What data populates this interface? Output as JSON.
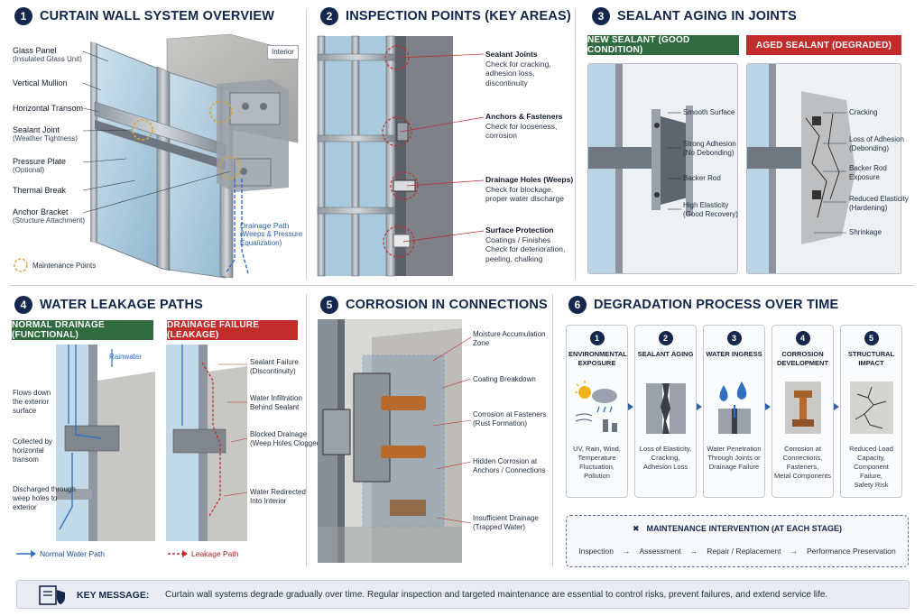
{
  "panels": {
    "p1": {
      "num": "1",
      "title": "CURTAIN WALL SYSTEM OVERVIEW"
    },
    "p2": {
      "num": "2",
      "title": "INSPECTION POINTS (KEY AREAS)"
    },
    "p3": {
      "num": "3",
      "title": "SEALANT AGING IN JOINTS"
    },
    "p4": {
      "num": "4",
      "title": "WATER LEAKAGE PATHS"
    },
    "p5": {
      "num": "5",
      "title": "CORROSION IN CONNECTIONS"
    },
    "p6": {
      "num": "6",
      "title": "DEGRADATION PROCESS OVER TIME"
    }
  },
  "overview": {
    "interior_tag": "Interior",
    "labels": [
      {
        "title": "Glass Panel",
        "sub": "(Insulated Glass Unit)"
      },
      {
        "title": "Vertical Mullion",
        "sub": ""
      },
      {
        "title": "Horizontal Transom",
        "sub": ""
      },
      {
        "title": "Sealant Joint",
        "sub": "(Weather Tightness)"
      },
      {
        "title": "Pressure Plate",
        "sub": "(Optional)"
      },
      {
        "title": "Thermal Break",
        "sub": ""
      },
      {
        "title": "Anchor Bracket",
        "sub": "(Structure Attachment)"
      }
    ],
    "drainage_title": "Drainage Path",
    "drainage_sub1": "(Weeps & Pressure",
    "drainage_sub2": "Equalization)",
    "legend": "Maintenance Points"
  },
  "inspection": {
    "items": [
      {
        "title": "Sealant Joints",
        "lines": [
          "Check for cracking,",
          "adhesion loss,",
          "discontinuity"
        ]
      },
      {
        "title": "Anchors & Fasteners",
        "lines": [
          "Check for looseness,",
          "corrosion"
        ]
      },
      {
        "title": "Drainage Holes (Weeps)",
        "lines": [
          "Check for blockage,",
          "proper water discharge"
        ]
      },
      {
        "title": "Surface Protection",
        "lines": [
          "Coatings / Finishes",
          "Check for deterioration,",
          "peeling, chalking"
        ]
      }
    ]
  },
  "sealant": {
    "new_tag": "NEW SEALANT (GOOD CONDITION)",
    "aged_tag": "AGED SEALANT (DEGRADED)",
    "new_labels": [
      {
        "t1": "Smooth Surface",
        "t2": ""
      },
      {
        "t1": "Strong Adhesion",
        "t2": "(No Debonding)"
      },
      {
        "t1": "Backer Rod",
        "t2": ""
      },
      {
        "t1": "High Elasticity",
        "t2": "(Good Recovery)"
      }
    ],
    "aged_labels": [
      {
        "t1": "Cracking",
        "t2": ""
      },
      {
        "t1": "Loss of Adhesion",
        "t2": "(Debonding)"
      },
      {
        "t1": "Backer Rod",
        "t2": "Exposure"
      },
      {
        "t1": "Reduced Elasticity",
        "t2": "(Hardening)"
      },
      {
        "t1": "Shrinkage",
        "t2": ""
      }
    ]
  },
  "leakage": {
    "normal_tag": "NORMAL DRAINAGE (FUNCTIONAL)",
    "failure_tag": "DRAINAGE FAILURE (LEAKAGE)",
    "rainwater": "Rainwater",
    "left_labels": [
      [
        "Flows down",
        "the exterior",
        "surface"
      ],
      [
        "Collected by",
        "horizontal",
        "transom"
      ],
      [
        "Discharged through",
        "weep holes to",
        "exterior"
      ]
    ],
    "right_labels": [
      [
        "Sealant Failure",
        "(Discontinuity)"
      ],
      [
        "Water Infiltration",
        "Behind Sealant"
      ],
      [
        "Blocked Drainage",
        "(Weep Holes Clogged)"
      ],
      [
        "Water Redirected",
        "Into Interior"
      ]
    ],
    "legend_normal": "Normal Water Path",
    "legend_leak": "Leakage Path"
  },
  "corrosion": {
    "labels": [
      [
        "Moisture Accumulation",
        "Zone"
      ],
      [
        "Coating Breakdown"
      ],
      [
        "Corrosion at Fasteners",
        "(Rust Formation)"
      ],
      [
        "Hidden Corrosion at",
        "Anchors / Connections"
      ],
      [
        "Insufficient Drainage",
        "(Trapped Water)"
      ]
    ]
  },
  "degradation": {
    "stages": [
      {
        "num": "1",
        "title": "ENVIRONMENTAL\nEXPOSURE",
        "desc": "UV, Rain, Wind,\nTemperature\nFluctuation,\nPollution"
      },
      {
        "num": "2",
        "title": "SEALANT AGING",
        "desc": "Loss of Elasticity,\nCracking,\nAdhesion Loss"
      },
      {
        "num": "3",
        "title": "WATER INGRESS",
        "desc": "Water Penetration\nThrough Joints or\nDrainage Failure"
      },
      {
        "num": "4",
        "title": "CORROSION\nDEVELOPMENT",
        "desc": "Corrosion at\nConnections,\nFasteners,\nMetal Components"
      },
      {
        "num": "5",
        "title": "STRUCTURAL\nIMPACT",
        "desc": "Reduced Load\nCapacity,\nComponent Failure,\nSafety Risk"
      }
    ],
    "maintenance_title": "MAINTENANCE INTERVENTION (AT EACH STAGE)",
    "maintenance_steps": [
      "Inspection",
      "Assessment",
      "Repair / Replacement",
      "Performance Preservation"
    ],
    "arrow": "→"
  },
  "key": {
    "label": "KEY MESSAGE:",
    "text": "Curtain wall systems degrade gradually over time. Regular inspection and targeted maintenance are essential to control risks, prevent failures, and extend service life."
  },
  "colors": {
    "navy": "#14284d",
    "green": "#2f6b3e",
    "red": "#c42b2b",
    "water": "#2d6fc4"
  }
}
